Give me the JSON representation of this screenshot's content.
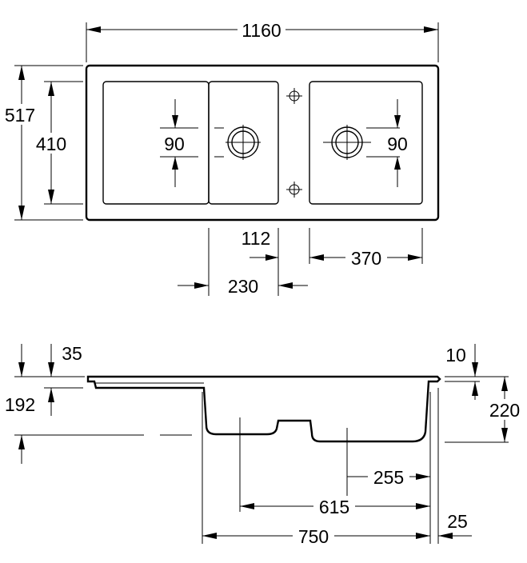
{
  "top_view": {
    "overall_width": "1160",
    "overall_depth": "517",
    "bowl_depth": "410",
    "left_drain_offset": "90",
    "right_drain_offset": "90",
    "tap_spacing": "112",
    "small_bowl_width": "230",
    "main_bowl_width": "370"
  },
  "side_view": {
    "drainer_height": "35",
    "depth_to_drainer": "192",
    "rim_thickness": "10",
    "bowl_depth": "220",
    "drain_to_edge": "255",
    "drain_spacing_width": "615",
    "bowls_width": "750",
    "edge_offset": "25"
  }
}
